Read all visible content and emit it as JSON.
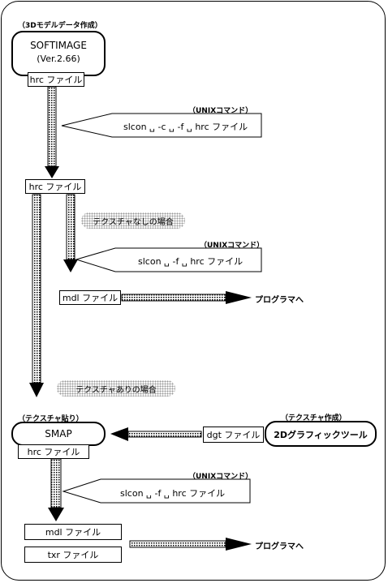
{
  "labels": {
    "modeling_tag": "（3Dモデルデータ作成）",
    "softimage_name": "SOFTIMAGE",
    "softimage_version": "(Ver.2.66)",
    "hrc_file": "hrc ファイル",
    "unix_cmd_tag": "（UNIXコマンド）",
    "cmd1": "slcon ␣ -c ␣ -f ␣ hrc ファイル",
    "cmd2": "slcon ␣ -f ␣ hrc ファイル",
    "cmd3": "slcon ␣ -f ␣ hrc ファイル",
    "no_texture": "テクスチャなしの場合",
    "with_texture": "テクスチャありの場合",
    "mdl_file": "mdl ファイル",
    "txr_file": "txr ファイル",
    "dgt_file": "dgt ファイル",
    "to_programmer": "プログラマへ",
    "texture_paste_tag": "（テクスチャ貼り）",
    "smap_name": "SMAP",
    "texture_create_tag": "（テクスチャ作成）",
    "tool_2d": "2Dグラフィックツール"
  }
}
